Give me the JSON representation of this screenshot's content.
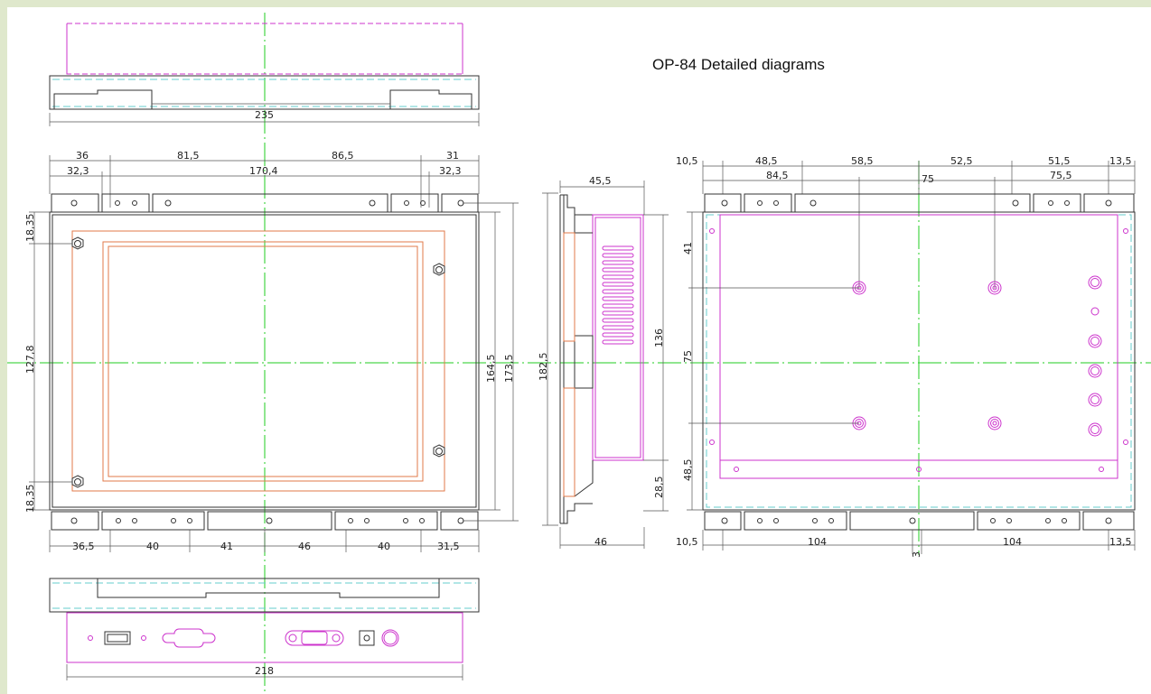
{
  "title": "OP-84 Detailed diagrams",
  "dims": {
    "top_width": "235",
    "bottom_width": "218",
    "front_top_row1": [
      "36",
      "81,5",
      "86,5",
      "31"
    ],
    "front_top_row2": [
      "32,3",
      "170,4",
      "32,3"
    ],
    "front_bottom": [
      "36,5",
      "40",
      "41",
      "46",
      "40",
      "31,5"
    ],
    "front_left": [
      "18,35",
      "127,8",
      "18,35"
    ],
    "front_right": [
      "164,5",
      "173,5"
    ],
    "side_top": "45,5",
    "side_bottom": "46",
    "side_left": "182,5",
    "side_right": [
      "136",
      "28,5"
    ],
    "rear_top_row1": [
      "10,5",
      "48,5",
      "58,5",
      "52,5",
      "51,5",
      "13,5"
    ],
    "rear_top_row2": [
      "84,5",
      "75",
      "75,5"
    ],
    "rear_left": [
      "41",
      "75",
      "48,5"
    ],
    "rear_bottom": [
      "10,5",
      "104",
      "3",
      "104",
      "13,5"
    ]
  },
  "colors": {
    "background": "#dfe8cc",
    "outline": "#333333",
    "magenta": "#cc33cc",
    "orange": "#e07a4a",
    "centerline": "#22cc22",
    "hidden": "#66cccc"
  }
}
